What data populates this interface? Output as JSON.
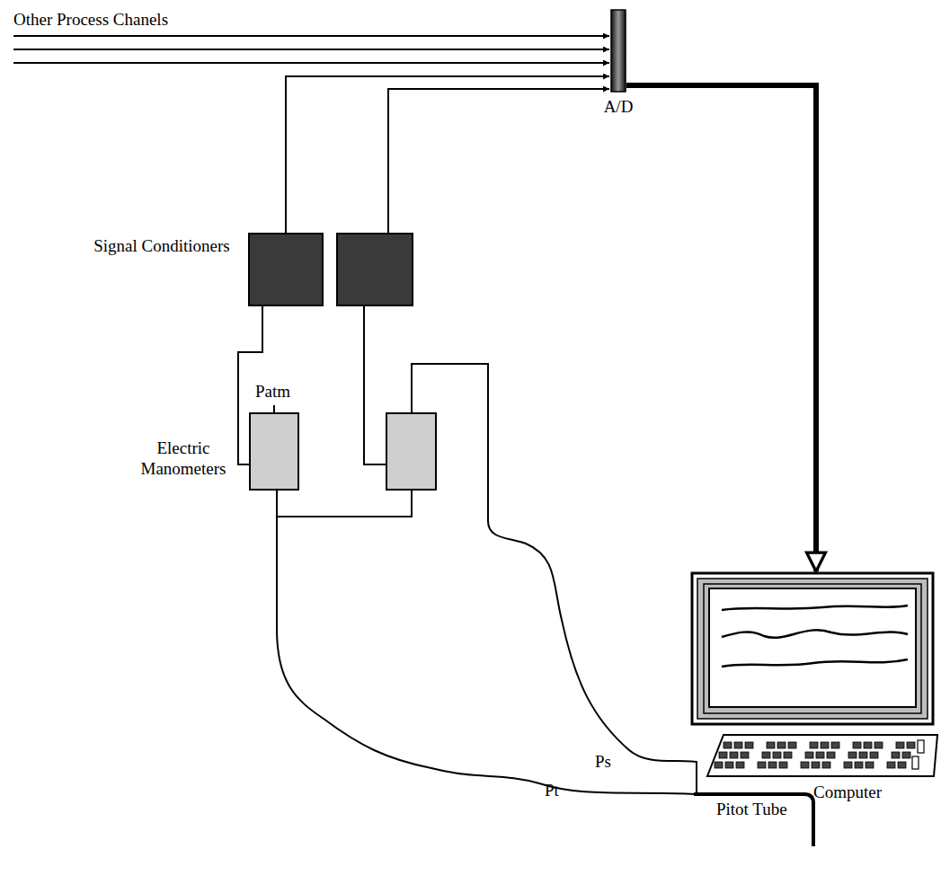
{
  "diagram": {
    "nodes": [
      {
        "text": [
          "A/D"
        ]
      },
      {
        "text": [
          "Computer"
        ]
      }
    ],
    "edges": [
      {
        "from": 0,
        "to": 1,
        "arrow": "to"
      }
    ],
    "labels": [
      "Other Process Chanels",
      "Signal Conditioners",
      "Electric Manometers",
      "Patm",
      "Ps",
      "Pt",
      "Pitot Tube"
    ]
  }
}
